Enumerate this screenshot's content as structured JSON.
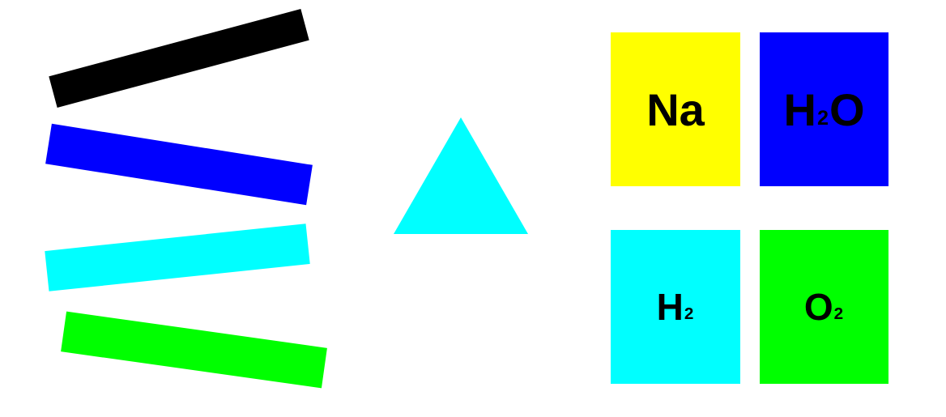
{
  "bars": [
    {
      "color": "#000000"
    },
    {
      "color": "#0000ff"
    },
    {
      "color": "#00ffff"
    },
    {
      "color": "#00ff00"
    }
  ],
  "triangle": {
    "color": "#00ffff"
  },
  "tiles": [
    {
      "formula": "Na",
      "main": "Na",
      "sub": "",
      "tail": "",
      "color": "#ffff00"
    },
    {
      "formula": "H2O",
      "main": "H",
      "sub": "2",
      "tail": "O",
      "color": "#0000ff"
    },
    {
      "formula": "H2",
      "main": "H",
      "sub": "2",
      "tail": "",
      "color": "#00ffff"
    },
    {
      "formula": "O2",
      "main": "O",
      "sub": "2",
      "tail": "",
      "color": "#00ff00"
    }
  ]
}
